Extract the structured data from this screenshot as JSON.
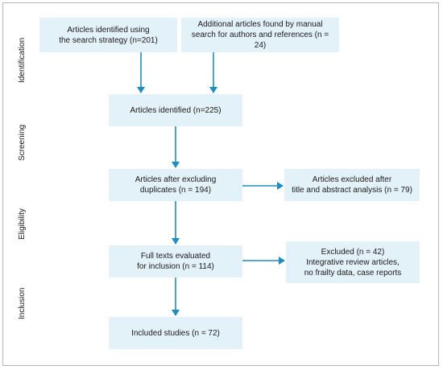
{
  "stages": {
    "identification": "Identification",
    "screening": "Screening",
    "eligibility": "Eligibility",
    "inclusion": "Inclusion"
  },
  "boxes": {
    "search_strategy": "Articles identified using\nthe search strategy (n=201)",
    "manual_search": "Additional articles found by manual\nsearch for authors and references (n = 24)",
    "identified": "Articles identified (n=225)",
    "after_duplicates": "Articles after excluding\nduplicates (n = 194)",
    "excluded_title_abstract": "Articles excluded after\ntitle and abstract analysis (n = 79)",
    "full_texts": "Full texts evaluated\nfor inclusion (n = 114)",
    "excluded_full": "Excluded (n = 42)\nIntegrative review articles,\nno frailty data, case reports",
    "included": "Included studies (n = 72)"
  },
  "colors": {
    "box_fill": "#e3f1f9",
    "arrow": "#1a8fc4",
    "frame": "#b8b8b8"
  }
}
